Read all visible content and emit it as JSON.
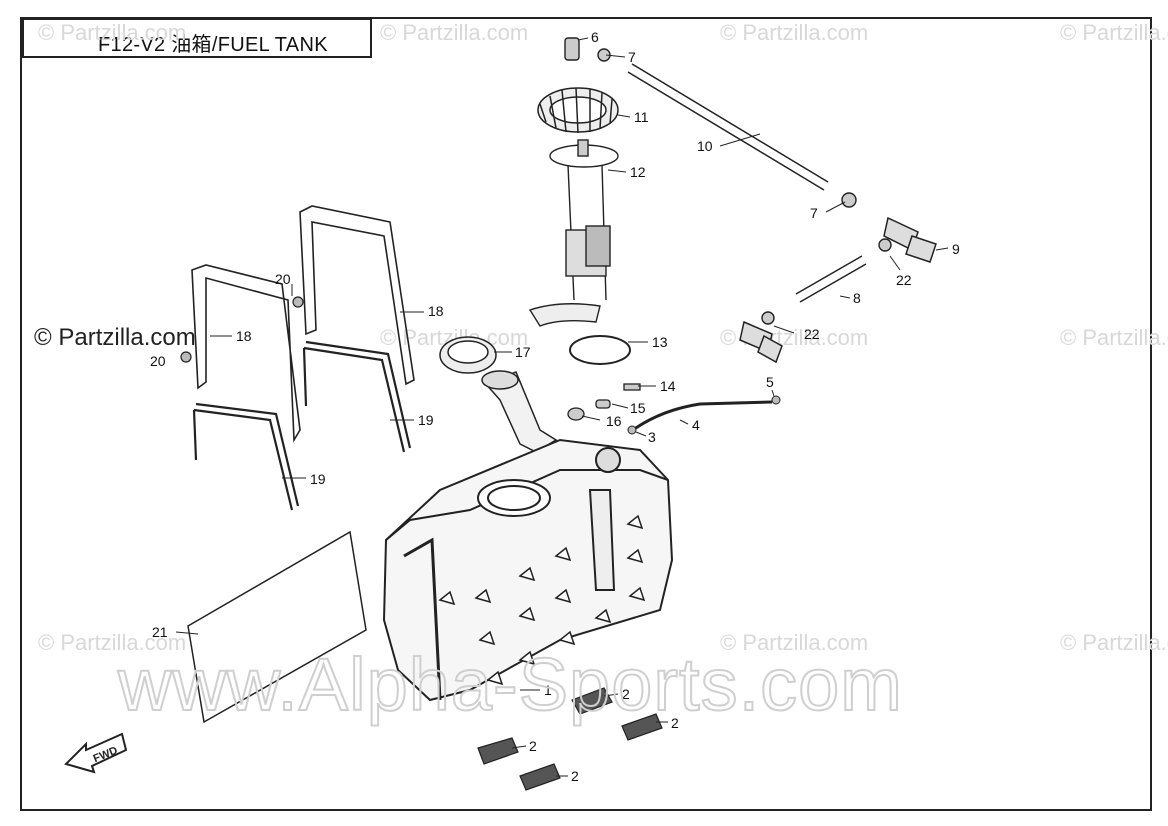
{
  "header": {
    "title": "F12-V2 油箱/FUEL TANK"
  },
  "watermarks": {
    "partzilla": "© Partzilla.com",
    "alpha": "www.Alpha-Sports.com"
  },
  "fwd_label": "FWD",
  "callouts": {
    "c1": "1",
    "c2a": "2",
    "c2b": "2",
    "c2c": "2",
    "c2d": "2",
    "c3": "3",
    "c4": "4",
    "c5": "5",
    "c6": "6",
    "c7a": "7",
    "c7b": "7",
    "c8": "8",
    "c9": "9",
    "c10": "10",
    "c11": "11",
    "c12": "12",
    "c13": "13",
    "c14": "14",
    "c15": "15",
    "c16": "16",
    "c17": "17",
    "c18a": "18",
    "c18b": "18",
    "c19a": "19",
    "c19b": "19",
    "c20a": "20",
    "c20b": "20",
    "c21": "21",
    "c22a": "22",
    "c22b": "22"
  }
}
